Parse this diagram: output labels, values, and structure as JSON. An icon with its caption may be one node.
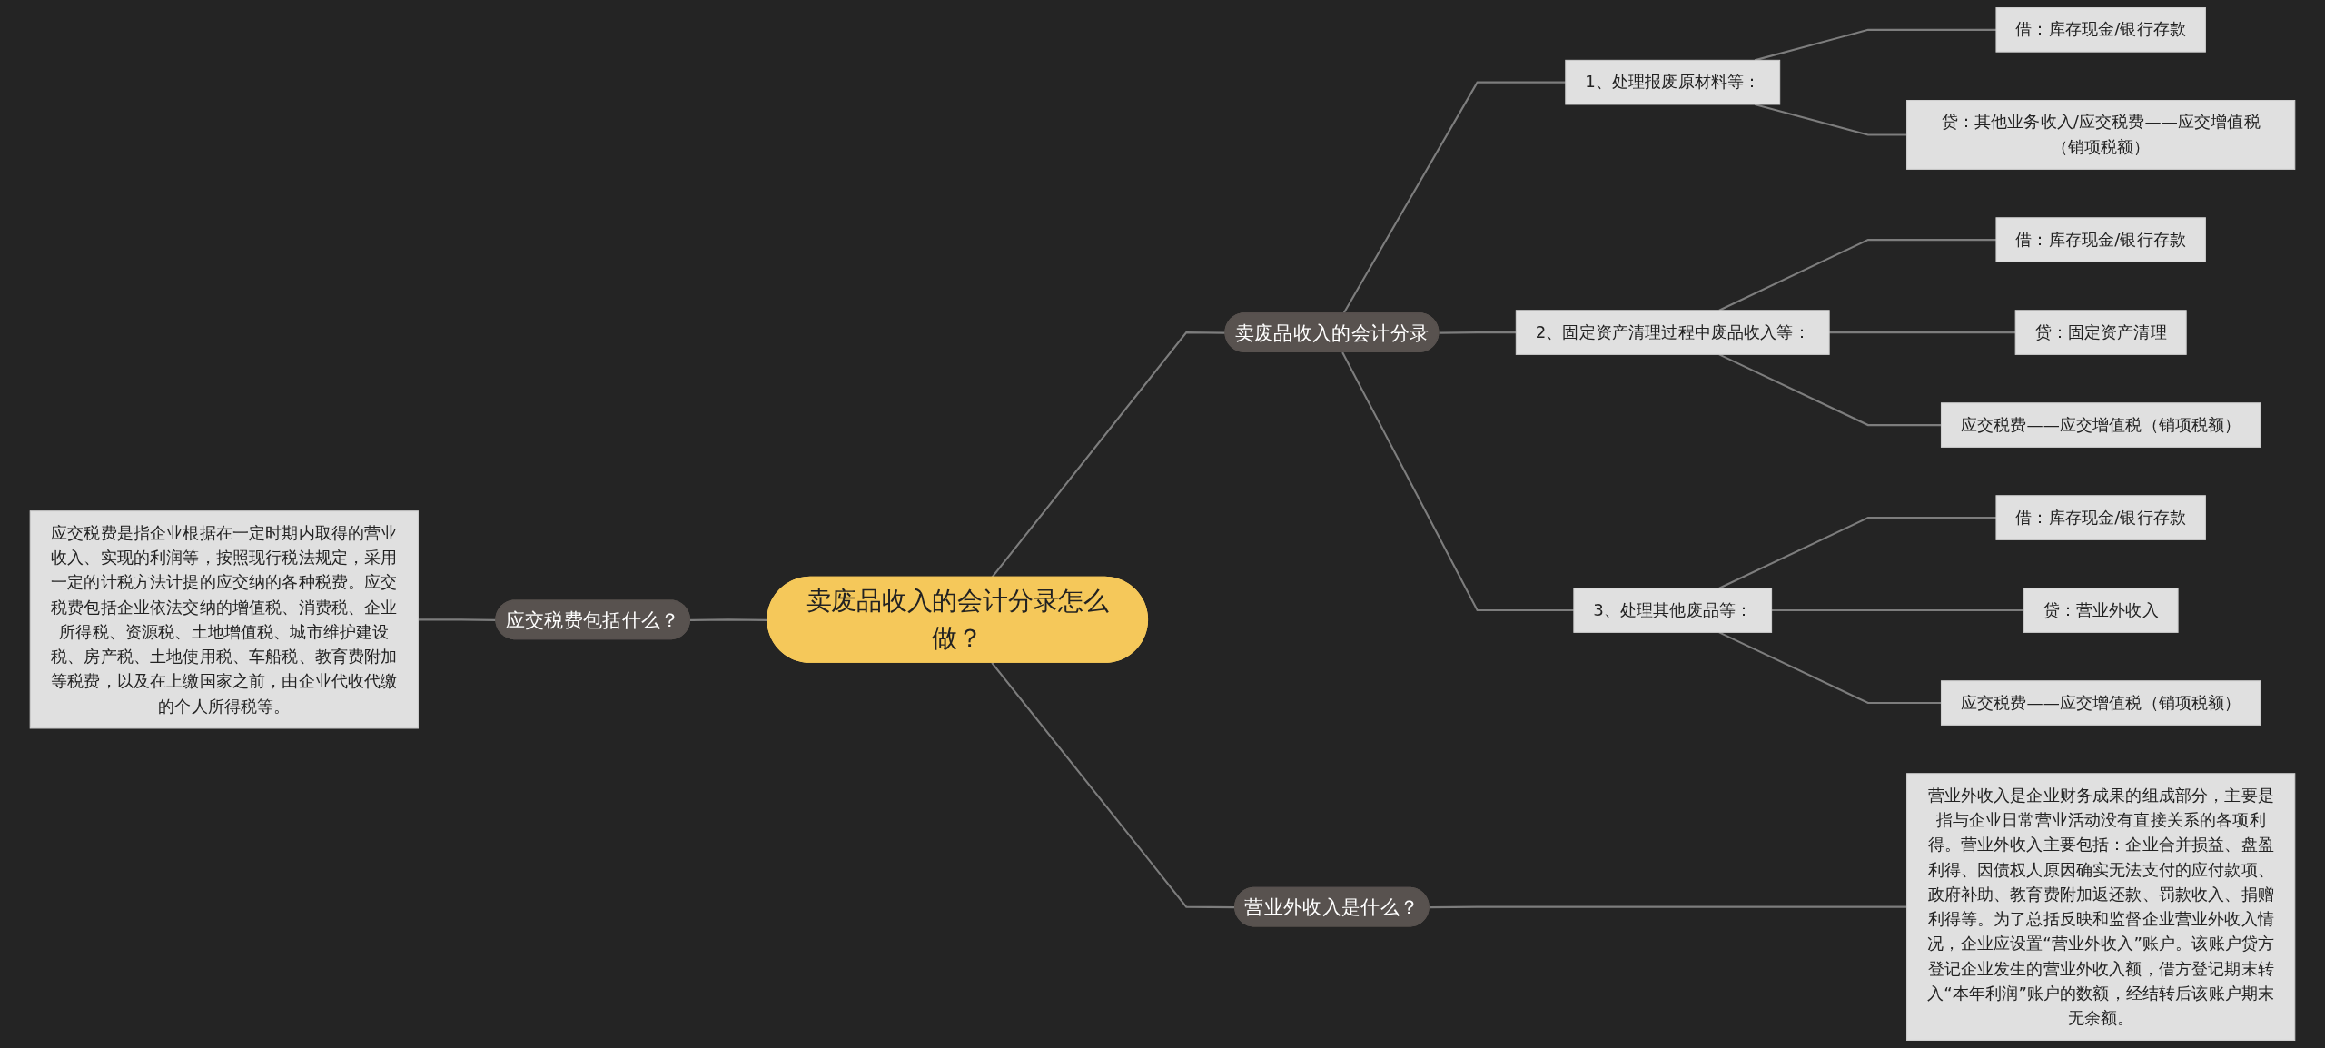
{
  "diagram": {
    "nodes": [
      {
        "text": [
          "卖废品收入的会计分录怎么做？"
        ]
      },
      {
        "text": [
          "卖废品收入的会计分录"
        ]
      },
      {
        "text": [
          "1、处理报废原材料等："
        ]
      },
      {
        "text": [
          "借：库存现金/银行存款"
        ]
      },
      {
        "text": [
          "贷：其他业务收入/应交税费——应交增值税（销项税额）"
        ]
      },
      {
        "text": [
          "2、固定资产清理过程中废品收入等："
        ]
      },
      {
        "text": [
          "借：库存现金/银行存款"
        ]
      },
      {
        "text": [
          "贷：固定资产清理"
        ]
      },
      {
        "text": [
          "应交税费——应交增值税（销项税额）"
        ]
      },
      {
        "text": [
          "3、处理其他废品等："
        ]
      },
      {
        "text": [
          "借：库存现金/银行存款"
        ]
      },
      {
        "text": [
          "贷：营业外收入"
        ]
      },
      {
        "text": [
          "应交税费——应交增值税（销项税额）"
        ]
      },
      {
        "text": [
          "营业外收入是什么？"
        ]
      },
      {
        "text": [
          "营业外收入是企业财务成果的组成部分，主要是指与企业日常营业活动没有直接关系的各项利得。营业外收入主要包括：企业合并损益、盘盈利得、因债权人原因确实无法支付的应付款项、政府补助、教育费附加返还款、罚款收入、捐赠利得等。为了总括反映和监督企业营业外收入情况，企业应设置“营业外收入”账户。该账户贷方登记企业发生的营业外收入额，借方登记期末转入“本年利润”账户的数额，经结转后该账户期末无余额。"
        ]
      },
      {
        "text": [
          "应交税费包括什么？"
        ]
      },
      {
        "text": [
          "应交税费是指企业根据在一定时期内取得的营业收入、实现的利润等，按照现行税法规定，采用一定的计税方法计提的应交纳的各种税费。应交税费包括企业依法交纳的增值税、消费税、企业所得税、资源税、土地增值税、城市维护建设税、房产税、土地使用税、车船税、教育费附加等税费，以及在上缴国家之前，由企业代收代缴的个人所得税等。"
        ]
      }
    ],
    "edges": [
      {
        "from": 0,
        "to": 1,
        "arrow": "none"
      },
      {
        "from": 1,
        "to": 2,
        "arrow": "none"
      },
      {
        "from": 2,
        "to": 3,
        "arrow": "none"
      },
      {
        "from": 2,
        "to": 4,
        "arrow": "none"
      },
      {
        "from": 1,
        "to": 5,
        "arrow": "none"
      },
      {
        "from": 5,
        "to": 6,
        "arrow": "none"
      },
      {
        "from": 5,
        "to": 7,
        "arrow": "none"
      },
      {
        "from": 5,
        "to": 8,
        "arrow": "none"
      },
      {
        "from": 1,
        "to": 9,
        "arrow": "none"
      },
      {
        "from": 9,
        "to": 10,
        "arrow": "none"
      },
      {
        "from": 9,
        "to": 11,
        "arrow": "none"
      },
      {
        "from": 9,
        "to": 12,
        "arrow": "none"
      },
      {
        "from": 0,
        "to": 13,
        "arrow": "none"
      },
      {
        "from": 13,
        "to": 14,
        "arrow": "none"
      },
      {
        "from": 0,
        "to": 15,
        "arrow": "none"
      },
      {
        "from": 15,
        "to": 16,
        "arrow": "none"
      }
    ]
  }
}
